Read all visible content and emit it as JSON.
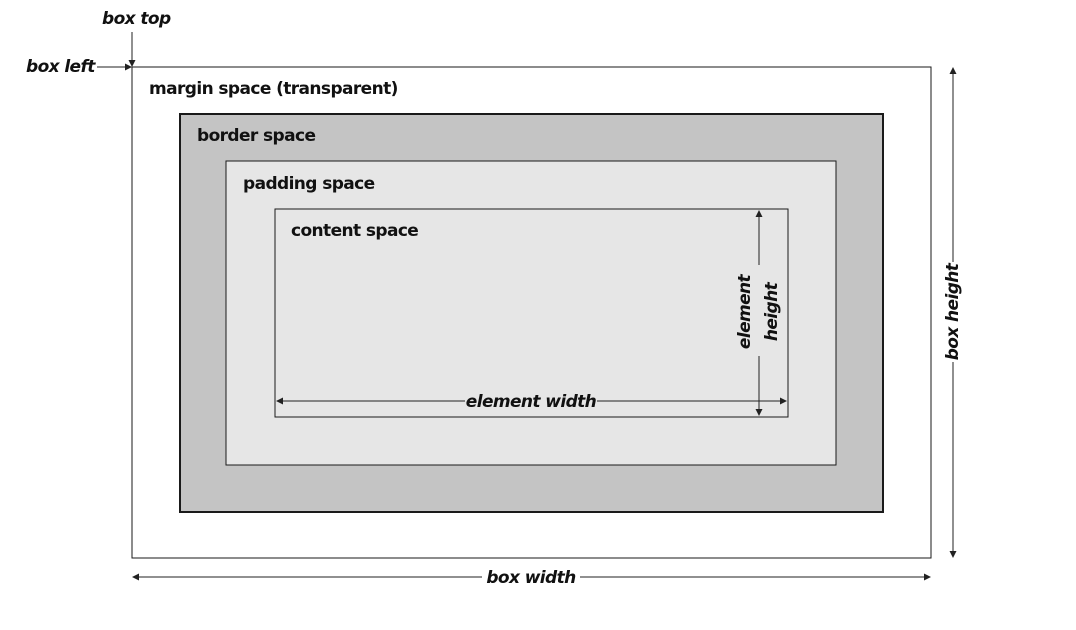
{
  "regions": {
    "margin": {
      "label": "margin space (transparent)",
      "color": "#ffffff"
    },
    "border": {
      "label": "border space",
      "color": "#c4c4c4"
    },
    "padding": {
      "label": "padding space",
      "color": "#e6e6e6"
    },
    "content": {
      "label": "content space",
      "color": "#e6e6e6"
    }
  },
  "dimensions": {
    "box_top": "box top",
    "box_left": "box left",
    "box_width": "box width",
    "box_height": "box height",
    "element_width": "element width",
    "element_height_line1": "element",
    "element_height_line2": "height"
  }
}
